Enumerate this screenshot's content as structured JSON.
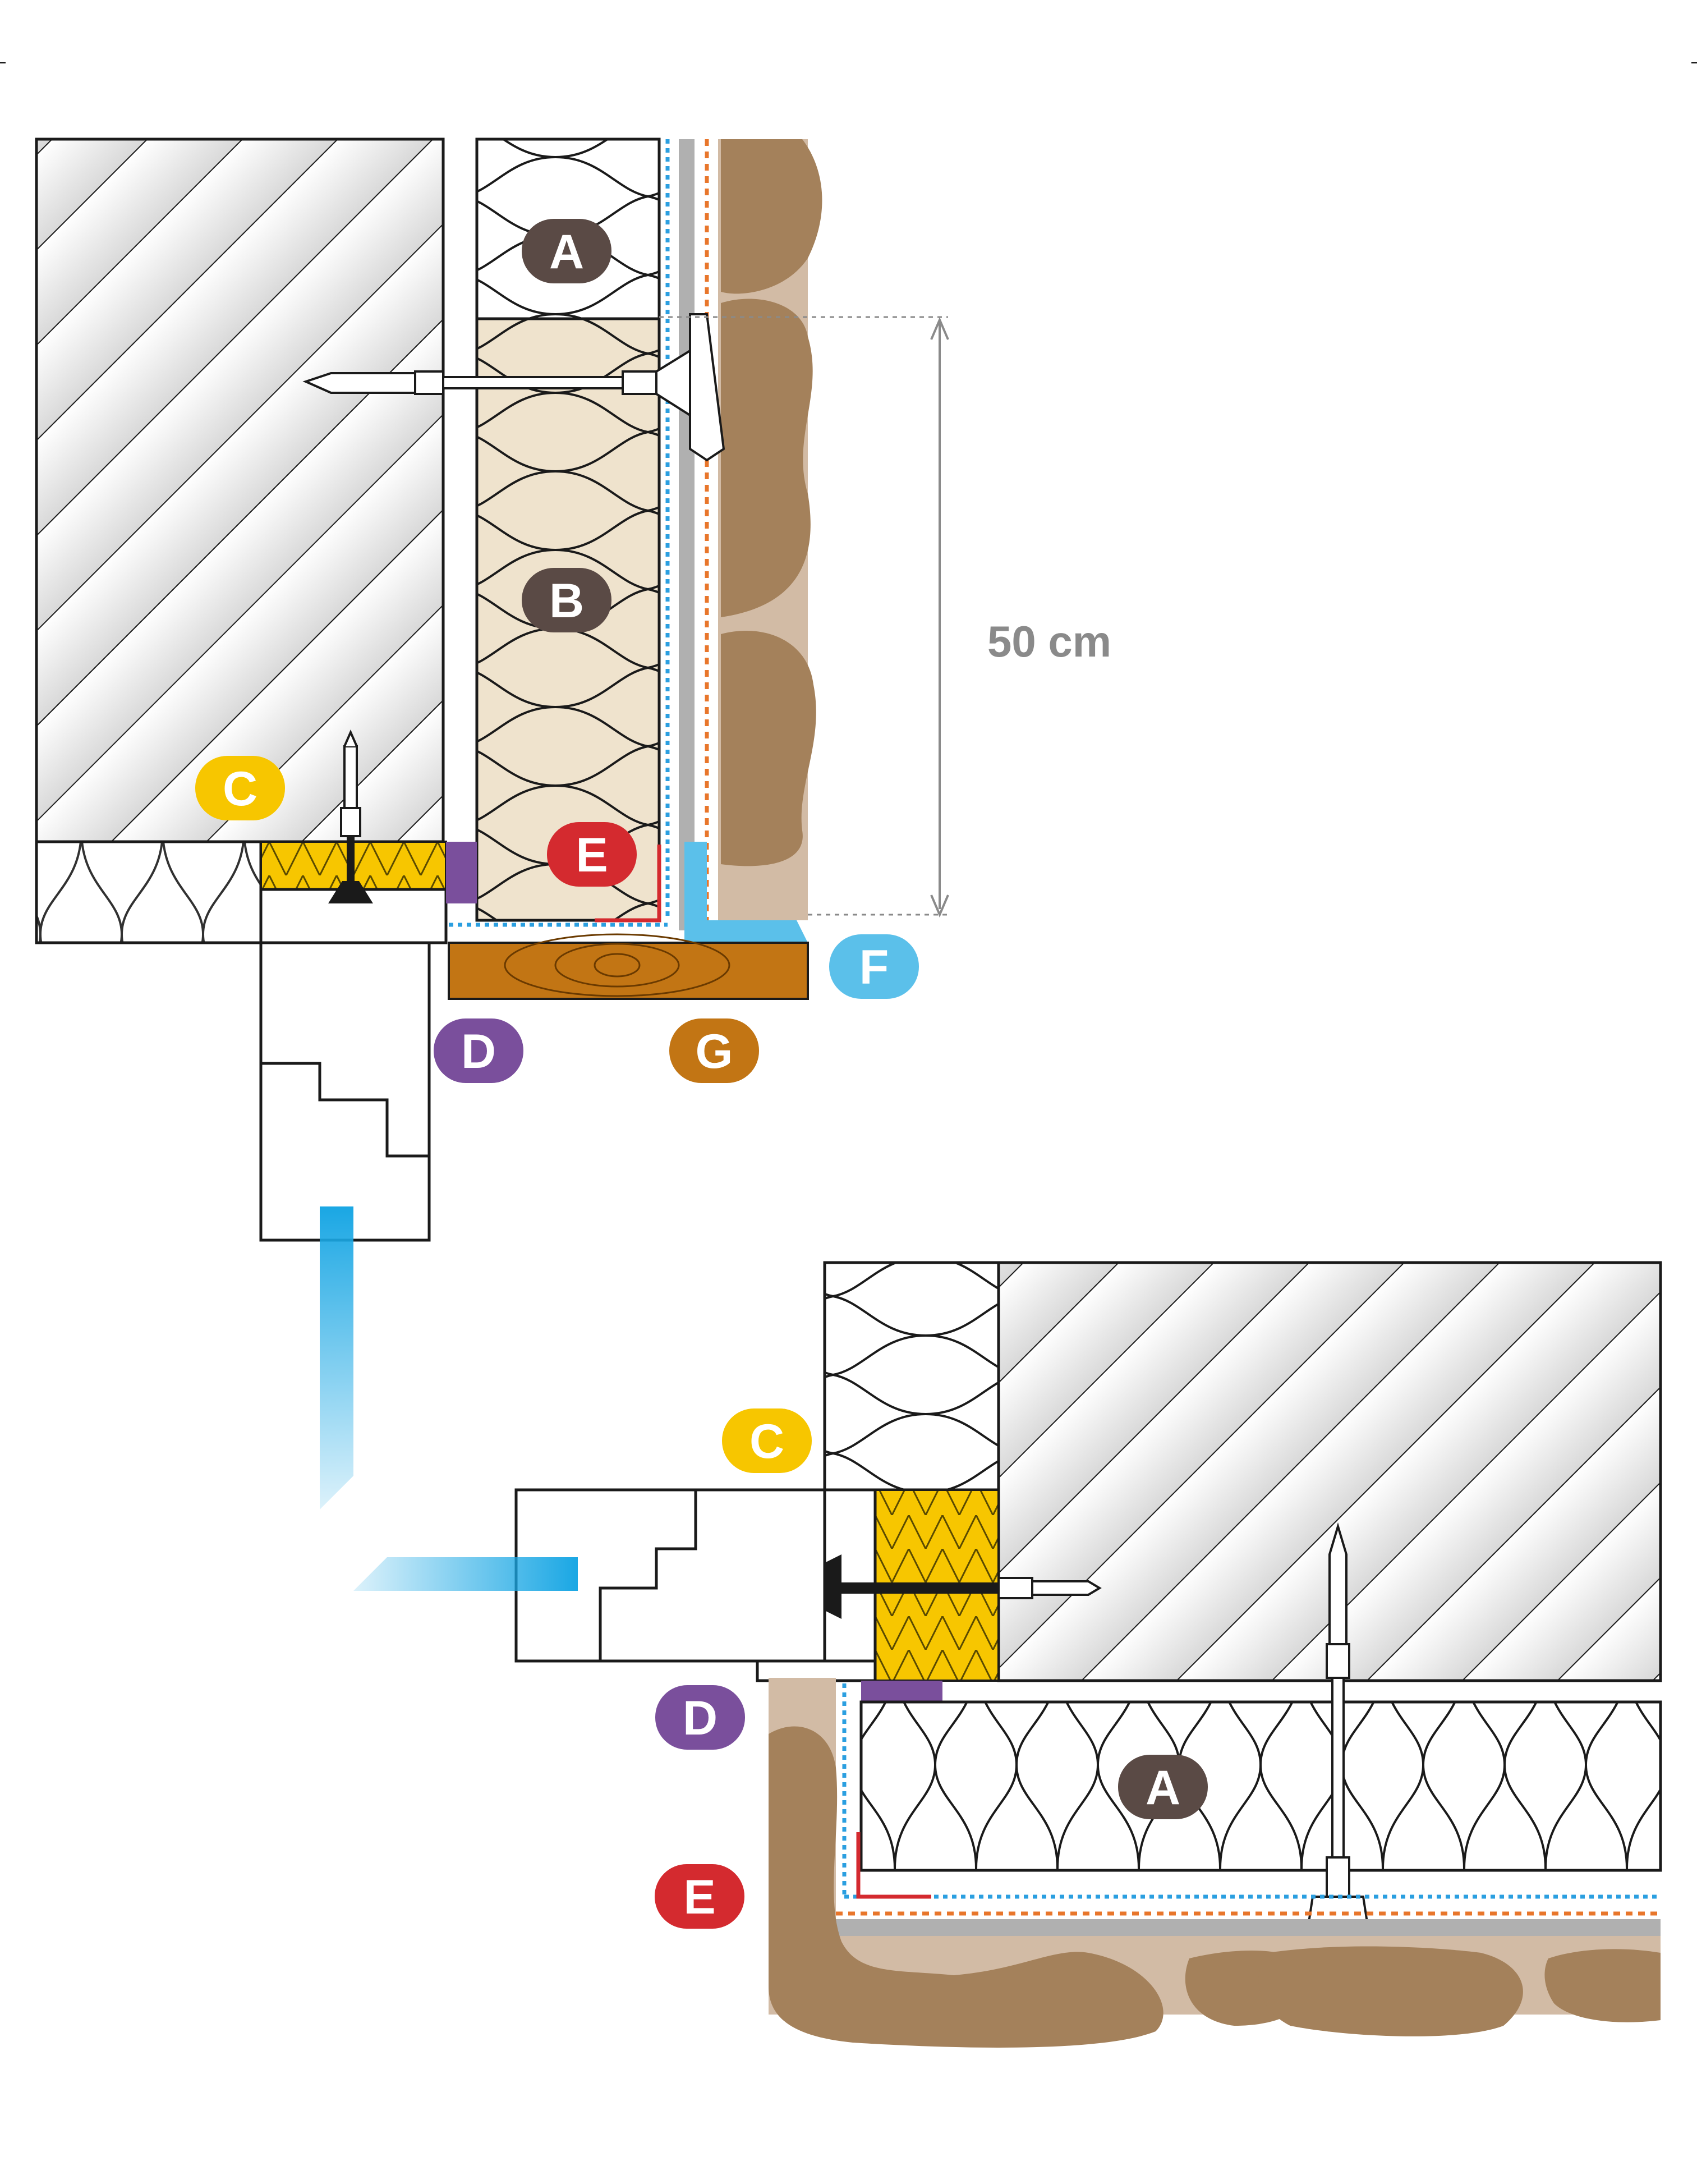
{
  "dimension": {
    "text": "50 cm",
    "color": "#8a8a8a"
  },
  "labels": {
    "A": "A",
    "B": "B",
    "C": "C",
    "D": "D",
    "E": "E",
    "F": "F",
    "G": "G"
  },
  "label_colors": {
    "A": "#5a4a45",
    "B": "#5a4a45",
    "C": "#f7c600",
    "D": "#7a4f9c",
    "E": "#d42a2f",
    "F": "#5bc0ea",
    "G": "#c27514"
  },
  "material_colors": {
    "masonry_bg": "#dcdcdc",
    "insulation_A": "#ffffff",
    "insulation_B": "#efe3cd",
    "fibre_C": "#f7c600",
    "tape_D": "#7a4f9c",
    "angle_E": "#d42a2f",
    "membrane_F": "#5bc0ea",
    "wood_G": "#c27514",
    "stone": "#a4815b",
    "stone_joint": "#d2bba5",
    "plaster": "#b0b0b0",
    "dotted_orange": "#e8762b",
    "dotted_blue": "#2b9fe0",
    "light_arrow": "#1aa7e4"
  }
}
